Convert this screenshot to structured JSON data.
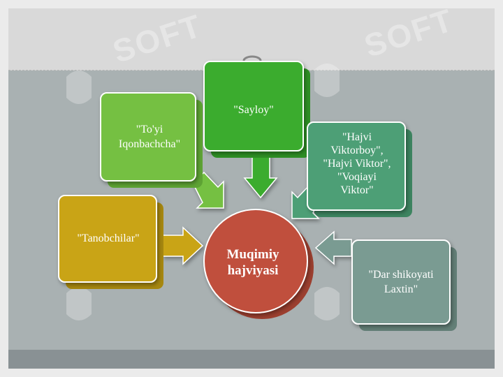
{
  "watermark": "SOFT",
  "center": {
    "line1": "Muqimiy",
    "line2": "hajviyasi",
    "color": "#c0503d"
  },
  "boxes": [
    {
      "id": "sayloy",
      "lines": [
        "\"Sayloy\""
      ],
      "color": "#3bac2e"
    },
    {
      "id": "toyi",
      "lines": [
        "\"To'yi",
        "Iqonbachcha\""
      ],
      "color": "#74c043"
    },
    {
      "id": "hajvi",
      "lines": [
        "\"Hajvi",
        "Viktorboy\",",
        "\"Hajvi Viktor\",",
        "\"Voqiayi",
        "Viktor\""
      ],
      "color": "#4e9f76"
    },
    {
      "id": "tanobchilar",
      "lines": [
        "\"Tanobchilar\""
      ],
      "color": "#c9a414"
    },
    {
      "id": "dar",
      "lines": [
        "\"Dar shikoyati",
        "Laxtin\""
      ],
      "color": "#7a9b92"
    }
  ]
}
